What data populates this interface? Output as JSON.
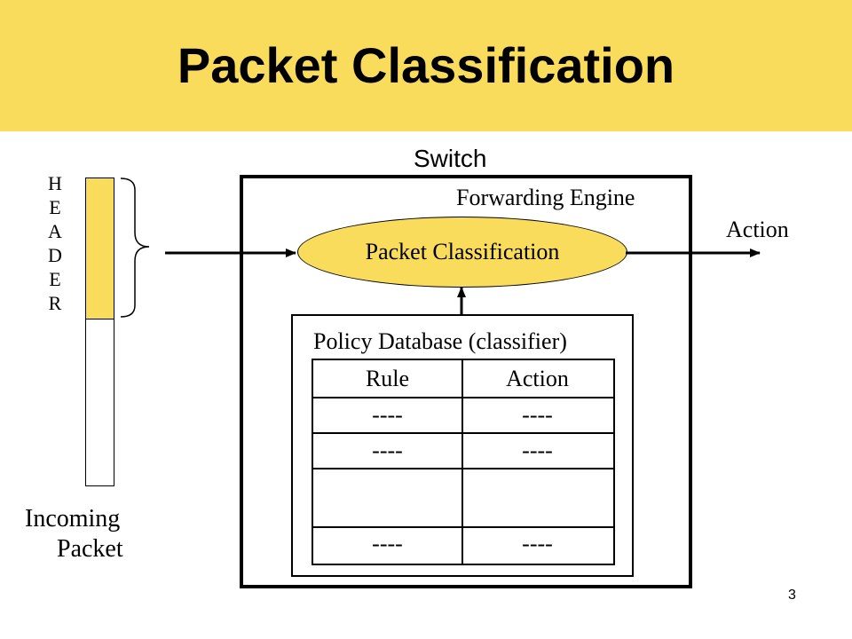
{
  "title": "Packet Classification",
  "switch_label": "Switch",
  "header_letters": [
    "H",
    "E",
    "A",
    "D",
    "E",
    "R"
  ],
  "incoming_packet": {
    "line1": "Incoming",
    "line2": "Packet"
  },
  "forwarding_engine_label": "Forwarding Engine",
  "classifier_label": "Packet Classification",
  "action_output_label": "Action",
  "policy_database_label": "Policy Database (classifier)",
  "table": {
    "headers": [
      "Rule",
      "Action"
    ],
    "rows": [
      [
        "----",
        "----"
      ],
      [
        "----",
        "----"
      ],
      [
        "",
        ""
      ],
      [
        "----",
        "----"
      ]
    ]
  },
  "page_number": "3",
  "colors": {
    "accent_yellow": "#f9dc5c",
    "line": "#000000",
    "background": "#ffffff"
  }
}
